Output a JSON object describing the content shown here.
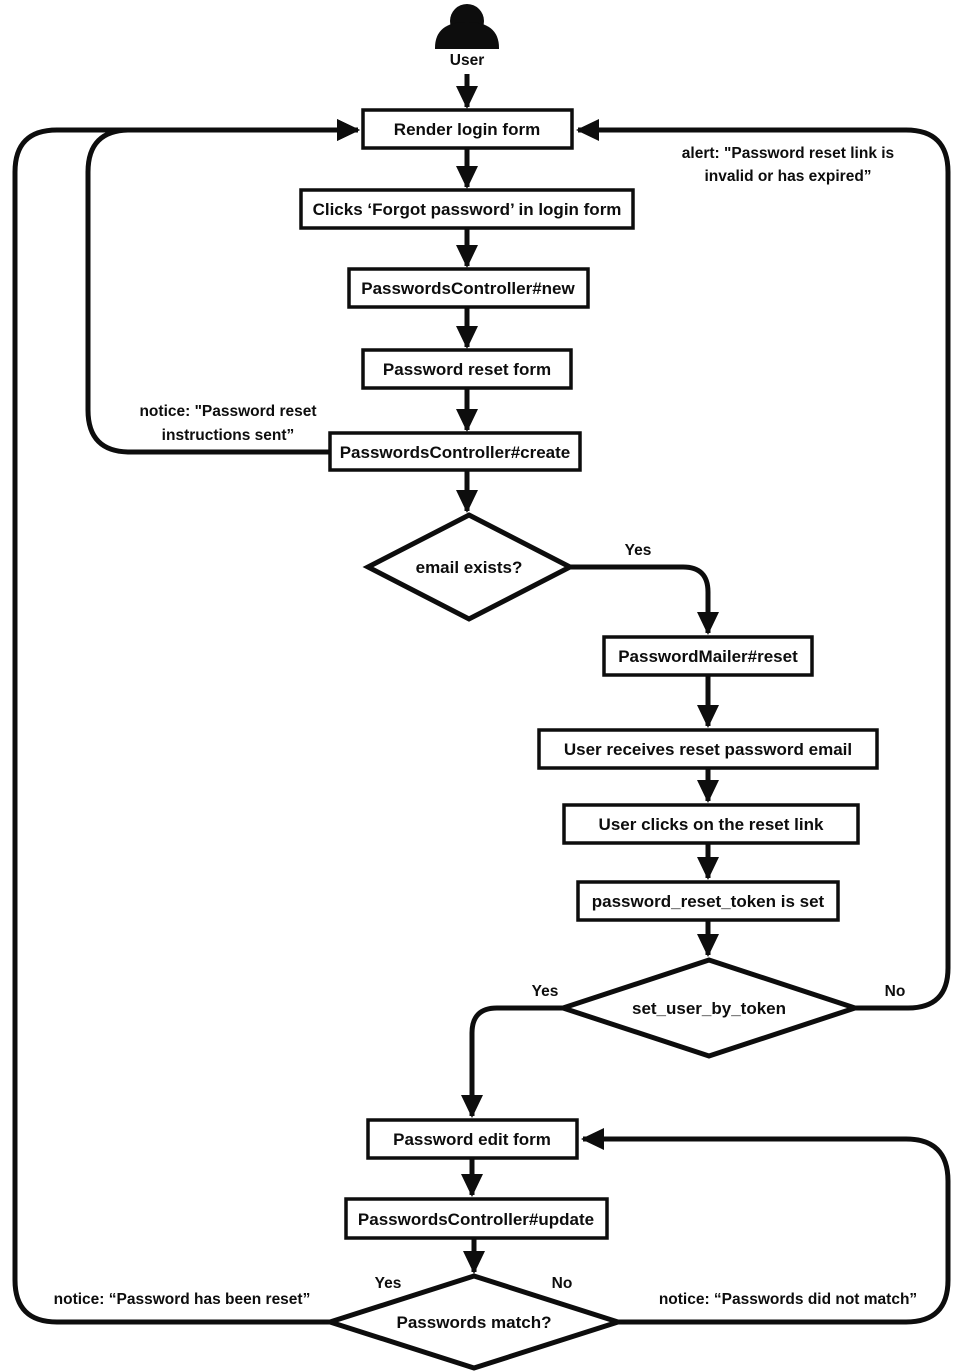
{
  "diagram": {
    "type": "flowchart",
    "topic": "Password reset flow"
  },
  "nodes": {
    "user": {
      "label": "User",
      "shape": "actor-icon"
    },
    "render_login_form": {
      "label": "Render login form",
      "shape": "rect"
    },
    "clicks_forgot": {
      "label": "Clicks ‘Forgot password’ in login form",
      "shape": "rect"
    },
    "pc_new": {
      "label": "PasswordsController#new",
      "shape": "rect"
    },
    "password_reset_form": {
      "label": "Password reset form",
      "shape": "rect"
    },
    "pc_create": {
      "label": "PasswordsController#create",
      "shape": "rect"
    },
    "email_exists": {
      "label": "email exists?",
      "shape": "diamond"
    },
    "pm_reset": {
      "label": "PasswordMailer#reset",
      "shape": "rect"
    },
    "user_receives_email": {
      "label": "User receives reset password email",
      "shape": "rect"
    },
    "user_clicks_link": {
      "label": "User clicks on the reset link",
      "shape": "rect"
    },
    "token_set": {
      "label": "password_reset_token is set",
      "shape": "rect"
    },
    "set_user_by_token": {
      "label": "set_user_by_token",
      "shape": "diamond"
    },
    "password_edit_form": {
      "label": "Password edit form",
      "shape": "rect"
    },
    "pc_update": {
      "label": "PasswordsController#update",
      "shape": "rect"
    },
    "passwords_match": {
      "label": "Passwords match?",
      "shape": "diamond"
    }
  },
  "branch_labels": {
    "email_exists_yes": "Yes",
    "set_user_yes": "Yes",
    "set_user_no": "No",
    "match_yes": "Yes",
    "match_no": "No"
  },
  "annotations": {
    "alert_invalid_line1": "alert: \"Password reset link is",
    "alert_invalid_line2": "invalid or has expired”",
    "notice_sent_line1": "notice: \"Password reset",
    "notice_sent_line2": "instructions sent”",
    "notice_reset_done": "notice: “Password has been reset”",
    "notice_no_match": "notice: “Passwords did not match”"
  },
  "colors": {
    "stroke": "#0d0d0d",
    "background": "#ffffff"
  }
}
